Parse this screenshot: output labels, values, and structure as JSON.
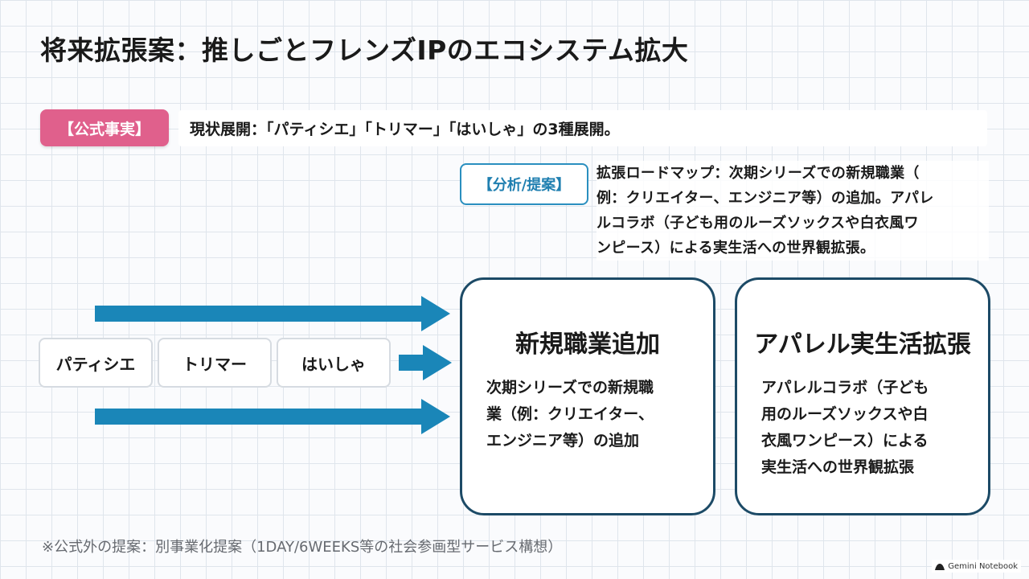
{
  "title": "将来拡張案：推しごとフレンズIPのエコシステム拡大",
  "fact": {
    "badge": "【公式事実】",
    "text": "現状展開：「パティシエ」「トリマー」「はいしゃ」の3種展開。"
  },
  "analysis": {
    "badge": "【分析/提案】",
    "lines": [
      "拡張ロードマップ：次期シリーズでの新規職業（",
      "例：クリエイター、エンジニア等）の追加。アパレ",
      "ルコラボ（子ども用のルーズソックスや白衣風ワ",
      "ンピース）による実生活への世界観拡張。"
    ]
  },
  "jobs": [
    "パティシエ",
    "トリマー",
    "はいしゃ"
  ],
  "cards": [
    {
      "title": "新規職業追加",
      "lines": [
        "次期シリーズでの新規職",
        "業（例：クリエイター、",
        "エンジニア等）の追加"
      ]
    },
    {
      "title": "アパレル実生活拡張",
      "lines": [
        "アパレルコラボ（子ども",
        "用のルーズソックスや白",
        "衣風ワンピース）による",
        "実生活への世界観拡張"
      ]
    }
  ],
  "footnote": "※公式外の提案：別事業化提案（1DAY/6WEEKS等の社会参画型サービス構想）",
  "brand": {
    "icon": "gemini-icon",
    "label": "Gemini Notebook"
  },
  "colors": {
    "fact_badge": "#e0608c",
    "accent_blue": "#2a8fbf",
    "arrow": "#1a86b8",
    "card_border": "#1c4a66"
  }
}
